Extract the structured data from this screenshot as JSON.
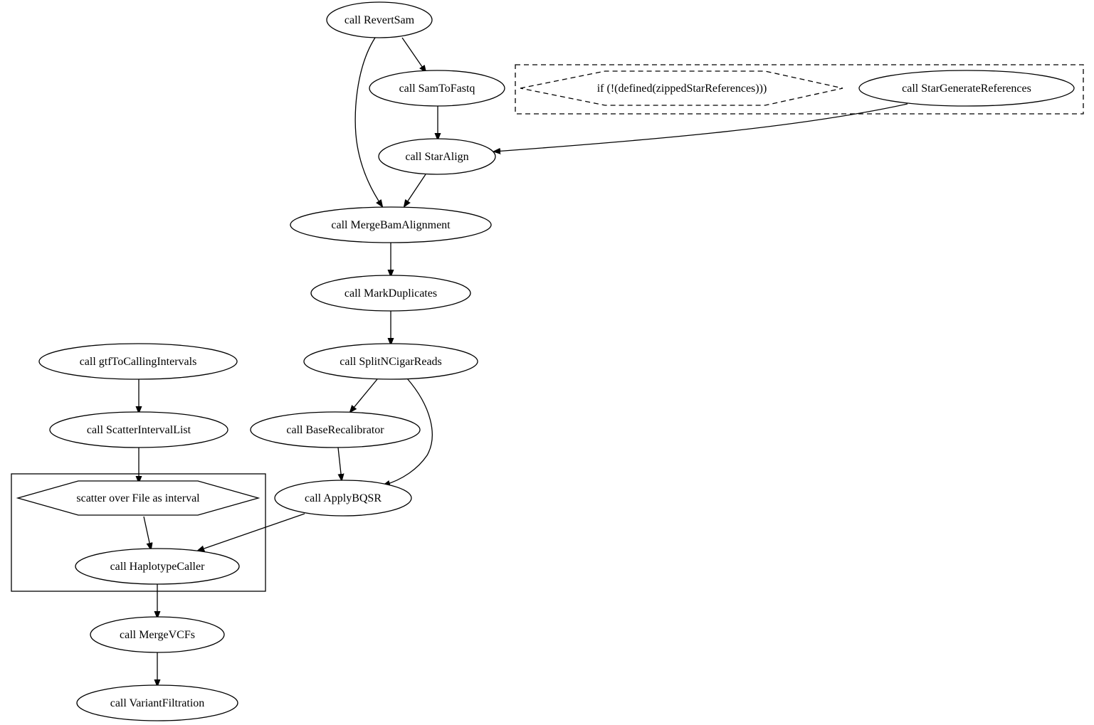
{
  "nodes": {
    "revert_sam": "call RevertSam",
    "sam_to_fastq": "call SamToFastq",
    "conditional": "if (!(defined(zippedStarReferences)))",
    "star_generate_references": "call StarGenerateReferences",
    "star_align": "call StarAlign",
    "merge_bam_alignment": "call MergeBamAlignment",
    "mark_duplicates": "call MarkDuplicates",
    "gtf_to_calling_intervals": "call gtfToCallingIntervals",
    "split_n_cigar_reads": "call SplitNCigarReads",
    "scatter_interval_list": "call ScatterIntervalList",
    "base_recalibrator": "call BaseRecalibrator",
    "scatter": "scatter over File as interval",
    "apply_bqsr": "call ApplyBQSR",
    "haplotype_caller": "call HaplotypeCaller",
    "merge_vcfs": "call MergeVCFs",
    "variant_filtration": "call VariantFiltration"
  },
  "edges": [
    {
      "from": "revert_sam",
      "to": "sam_to_fastq"
    },
    {
      "from": "revert_sam",
      "to": "merge_bam_alignment"
    },
    {
      "from": "sam_to_fastq",
      "to": "star_align"
    },
    {
      "from": "star_generate_references",
      "to": "star_align"
    },
    {
      "from": "star_align",
      "to": "merge_bam_alignment"
    },
    {
      "from": "merge_bam_alignment",
      "to": "mark_duplicates"
    },
    {
      "from": "mark_duplicates",
      "to": "split_n_cigar_reads"
    },
    {
      "from": "split_n_cigar_reads",
      "to": "base_recalibrator"
    },
    {
      "from": "split_n_cigar_reads",
      "to": "apply_bqsr"
    },
    {
      "from": "base_recalibrator",
      "to": "apply_bqsr"
    },
    {
      "from": "gtf_to_calling_intervals",
      "to": "scatter_interval_list"
    },
    {
      "from": "scatter_interval_list",
      "to": "scatter"
    },
    {
      "from": "scatter",
      "to": "haplotype_caller"
    },
    {
      "from": "apply_bqsr",
      "to": "haplotype_caller"
    },
    {
      "from": "haplotype_caller",
      "to": "merge_vcfs"
    },
    {
      "from": "merge_vcfs",
      "to": "variant_filtration"
    }
  ]
}
